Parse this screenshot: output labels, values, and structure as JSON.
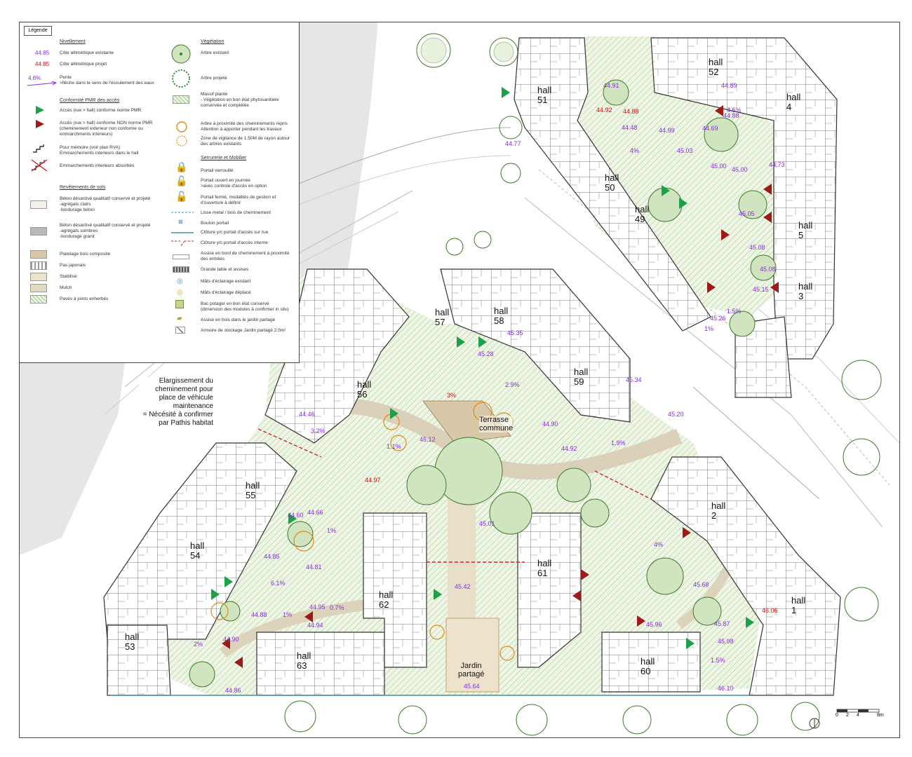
{
  "legend": {
    "title": "Légende",
    "nivellement": {
      "heading": "Nivellement",
      "existing_value": "44.85",
      "existing_label": "Côte altimétrique existante",
      "project_value": "44.85",
      "project_label": "Côte altimétrique projet",
      "slope_value": "4.6%",
      "slope_label": "Pente\n>flèche dans le sens de l'écoulement des eaux"
    },
    "pmr": {
      "heading": "Conformité PMR des accès",
      "ok_label": "Accès (rue > hall) conforme norme PMR",
      "nok_label": "Accès (rue > hall) conforme NON norme PMR (cheminement exterieur non conforme ou emmarchments intérieurs)",
      "memo_label": "Pour mémoire (voir plan RVA)\nEmmarchements interieurs dans le hall",
      "absorbed_label": "Emmarchements interieurs absorbés"
    },
    "sols": {
      "heading": "Revêtements de sols",
      "items": [
        {
          "label": "Béton désactivé qualitatif conservé et projeté\n-agrégats clairs\n-bordurage béton",
          "color": "#f4f1e8"
        },
        {
          "label": "Béton désactivé qualitatif conservé et projeté\n-agrégats sombres\n-bordurage granit",
          "color": "#b9b9b9"
        },
        {
          "label": "Platelage bois composite",
          "color": "#d8c8a8"
        },
        {
          "label": "Pas japonais",
          "color": "#ffffff"
        },
        {
          "label": "Stabilisé",
          "color": "#ede3cc"
        },
        {
          "label": "Mulch",
          "color": "#e6d9c1"
        },
        {
          "label": "Pavés à joints enherbés",
          "color": "#cfe6b8"
        }
      ]
    },
    "vegetation": {
      "heading": "Végétation",
      "existing_tree": "Arbre existant",
      "projected_tree": "Arbre projeté",
      "massif": "Massif planté\n- Végétation en bon état phytosanitaire conservée et complétée",
      "tree_near": "Arbre à proximité des cheminements repris\nAttention à apporter pendant les travaux",
      "vigilance": "Zone de vigilance de 1.50M de rayon autour des arbres existants"
    },
    "serrurerie": {
      "heading": "Serrurerie et Mobilier",
      "items": [
        "Portail verrouillé",
        "Portail ouvert en journée\n>avec controle d'accès en option",
        "Portail fermé, modalités de gestion et d'ouverture à définir",
        "Lisse metal / bois de cheminement",
        "Bouton portail",
        "Clôture y/c portail d'accès sur rue",
        "Clôture y/c portail d'accès interne",
        "Assise en bord de cheminement à proximité des entrées",
        "Grande table et assises",
        "Mâts d'éclairage existant",
        "Mâts d'éclairage déplacé",
        "Bac potager en bon état conservé\n(dimension des modules à confirmer in situ)",
        "Assise en bois dans le jardin partagé",
        "Armoire de stockage Jardin partagé 2.5m²"
      ]
    }
  },
  "note": "Elargissement du cheminement pour place de véhicule maintenance\n= Nécésité à confirmer par Pathis habitat",
  "halls": [
    {
      "label": "hall\n51"
    },
    {
      "label": "hall\n52"
    },
    {
      "label": "hall\n4"
    },
    {
      "label": "hall\n50"
    },
    {
      "label": "hall\n49"
    },
    {
      "label": "hall\n5"
    },
    {
      "label": "hall\n3"
    },
    {
      "label": "hall\n57"
    },
    {
      "label": "hall\n58"
    },
    {
      "label": "hall\n56"
    },
    {
      "label": "hall\n59"
    },
    {
      "label": "hall\n55"
    },
    {
      "label": "hall\n54"
    },
    {
      "label": "hall\n62"
    },
    {
      "label": "hall\n61"
    },
    {
      "label": "hall\n53"
    },
    {
      "label": "hall\n63"
    },
    {
      "label": "hall\n60"
    },
    {
      "label": "hall\n2"
    },
    {
      "label": "hall\n1"
    }
  ],
  "places": {
    "terrasse": "Terrasse\ncommune",
    "jardin": "Jardin\npartagé"
  },
  "levels_existing": [
    "44.77",
    "44.48",
    "44.99",
    "44.69",
    "45.03",
    "45.00",
    "45.00",
    "44.73",
    "44.91",
    "44.89",
    "44.88",
    "45.05",
    "45.08",
    "45.15",
    "45.26",
    "45.28",
    "45.35",
    "44.46",
    "44.90",
    "44.92",
    "45.20",
    "45.34",
    "44.60",
    "44.66",
    "44.81",
    "44.85",
    "44.95",
    "44.94",
    "44.88",
    "44.90",
    "44.86",
    "45.42",
    "45.64",
    "45.68",
    "45.87",
    "45.96",
    "45.98",
    "46.10",
    "45.08",
    "45.01",
    "45.12"
  ],
  "levels_project": [
    "44.92",
    "44.88",
    "44.97",
    "46.06"
  ],
  "slopes": [
    "4.6%",
    "4%",
    "1.5%",
    "1%",
    "3.2%",
    "2.9%",
    "3%",
    "1.1%",
    "1.9%",
    "1%",
    "6.1%",
    "2%",
    "1%",
    "4%",
    "1.5%",
    "0.7%"
  ],
  "scale": {
    "ticks": [
      "0",
      "2",
      "4",
      "8m"
    ]
  }
}
